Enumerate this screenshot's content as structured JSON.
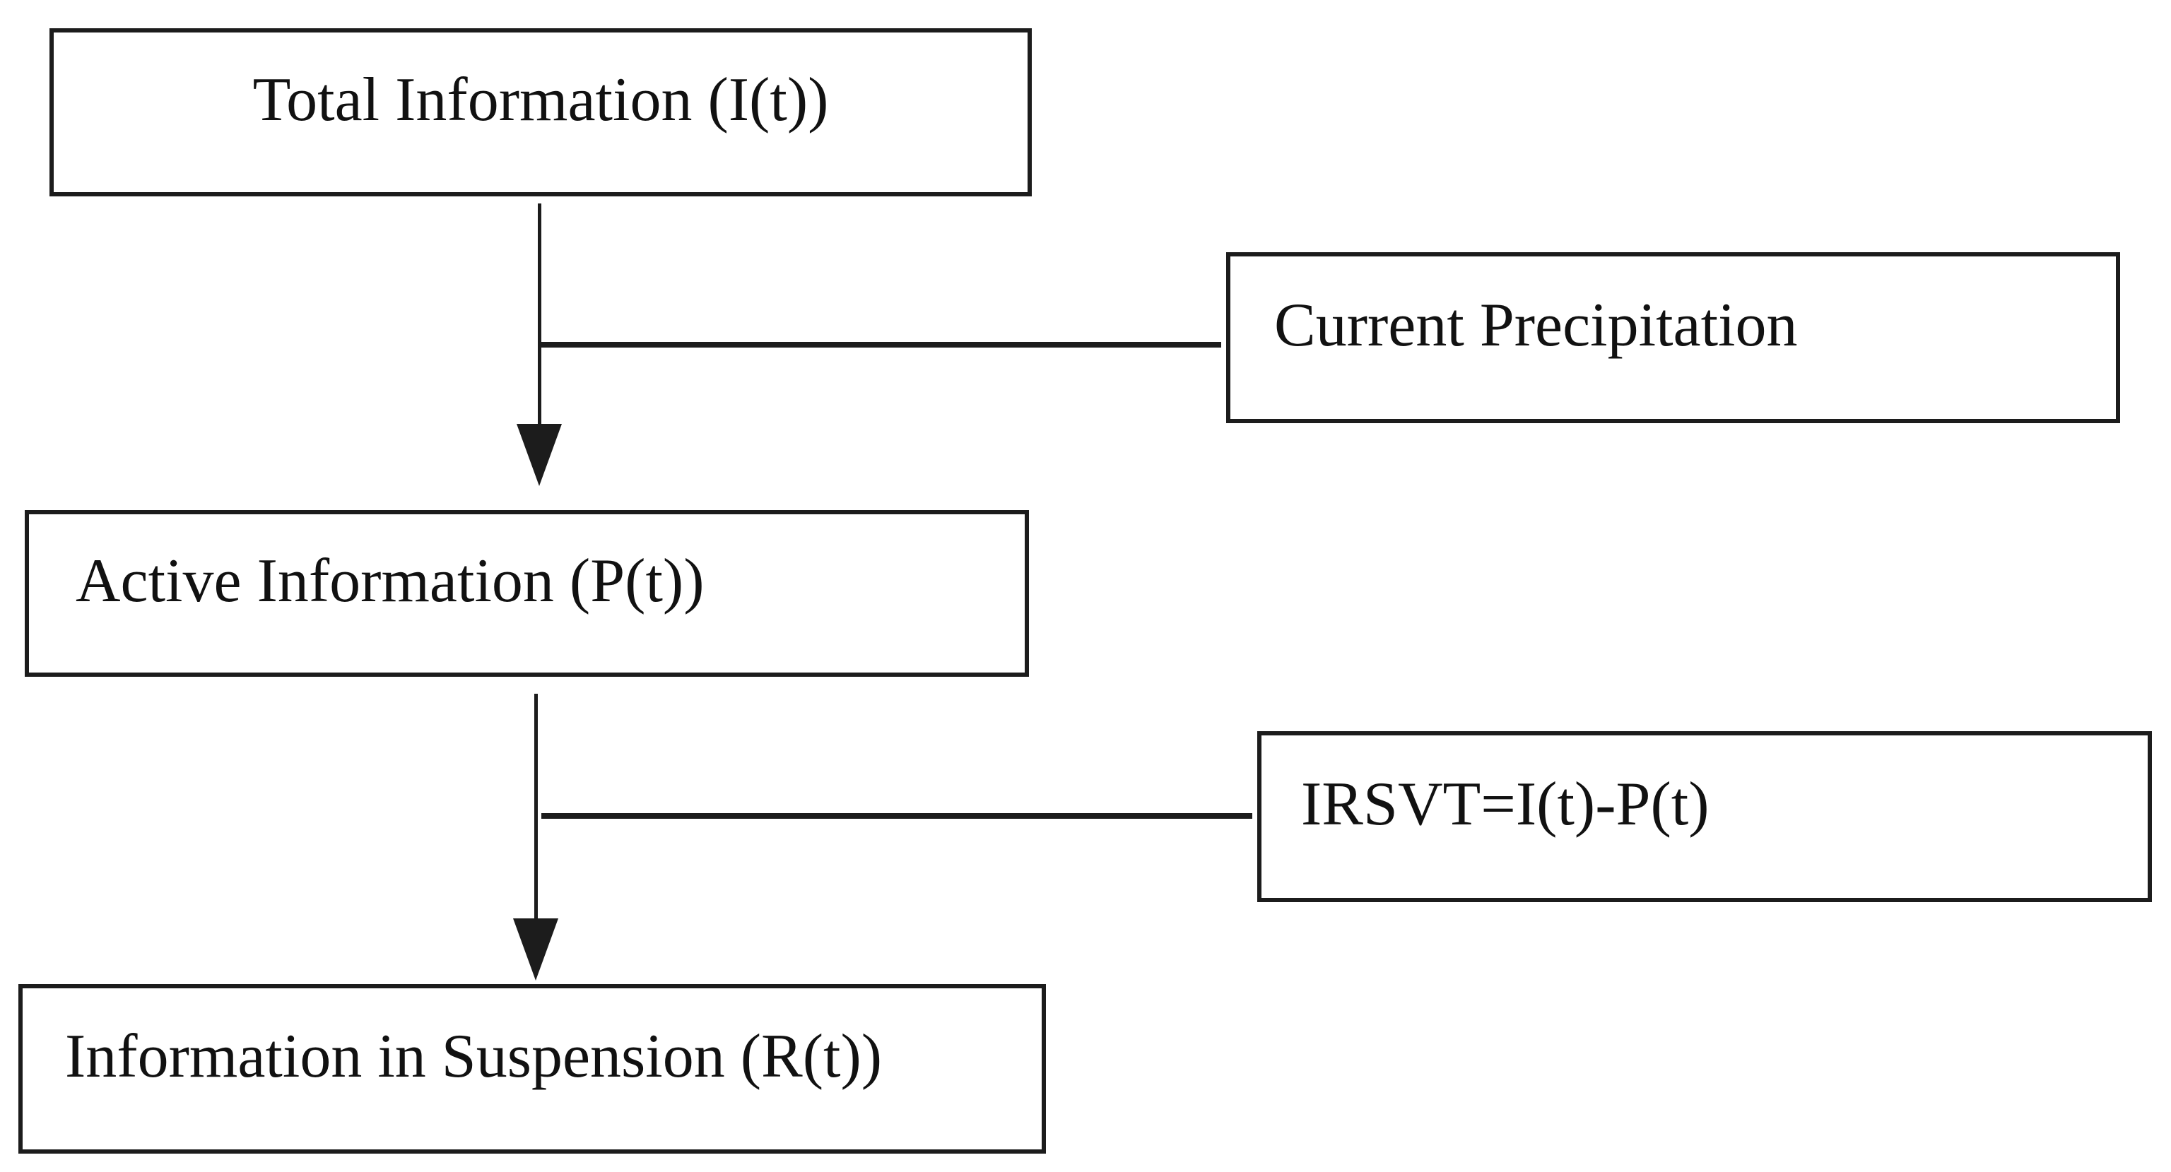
{
  "diagram": {
    "type": "flowchart",
    "background_color": "#ffffff",
    "line_color": "#1c1c1c",
    "text_color": "#111111",
    "nodes": [
      {
        "id": "total-information",
        "label": "Total Information (I(t))"
      },
      {
        "id": "current-precipitation",
        "label": "Current Precipitation"
      },
      {
        "id": "active-information",
        "label": "Active Information (P(t))"
      },
      {
        "id": "irsvt-formula",
        "label": "IRSVT=I(t)-P(t)"
      },
      {
        "id": "information-in-suspension",
        "label": "Information in Suspension (R(t))"
      }
    ],
    "edges": [
      {
        "from": "total-information",
        "to": "active-information",
        "type": "arrow-down"
      },
      {
        "from": "arrow-1",
        "to": "current-precipitation",
        "type": "horizontal-connector"
      },
      {
        "from": "active-information",
        "to": "information-in-suspension",
        "type": "arrow-down"
      },
      {
        "from": "arrow-2",
        "to": "irsvt-formula",
        "type": "horizontal-connector"
      }
    ]
  }
}
